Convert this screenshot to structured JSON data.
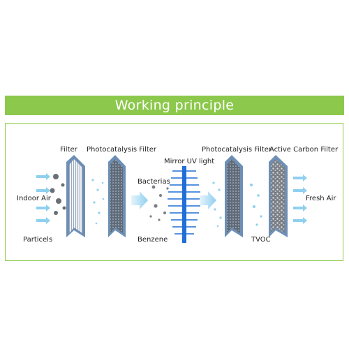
{
  "banner": {
    "title": "Working principle"
  },
  "labels": {
    "indoor_air": "Indoor Air",
    "filter": "Filter",
    "photocatalysis_filter_1": "Photocatalysis Filter",
    "mirror_uv_light": "Mirror UV light",
    "photocatalysis_filter_2": "Photocatalysis Filter",
    "active_carbon_filter": "Active Carbon Filter",
    "fresh_air": "Fresh Air",
    "particels": "Particels",
    "bacterias": "Bacterias",
    "benzene": "Benzene",
    "tvoc": "TVOC"
  },
  "colors": {
    "banner_green": "#8cc84b",
    "panel_border": "#8cc84b",
    "filter_frame": "#6e8fb5",
    "uv_blue": "#1f6fd6",
    "air_blue": "#8fd0f0"
  }
}
